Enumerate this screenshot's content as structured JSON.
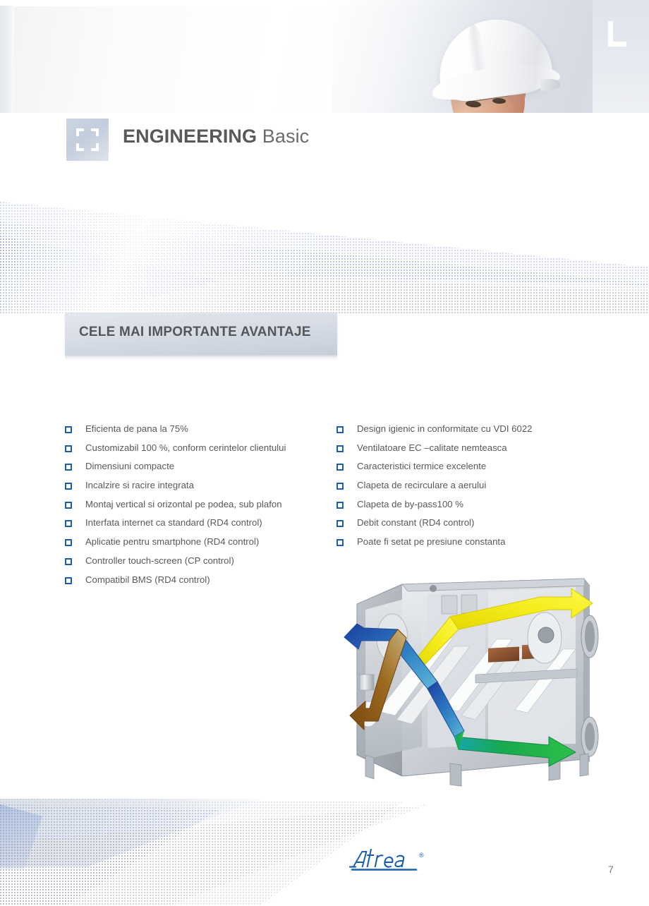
{
  "header": {
    "corner_mark": "L-corner-bracket",
    "photo_subject": "construction-worker-white-hard-hat"
  },
  "title": {
    "badge_icon": "square-frame-icon",
    "strong": "ENGINEERING",
    "light": "Basic"
  },
  "section": {
    "banner_title": "CELE MAI IMPORTANTE AVANTAJE"
  },
  "advantages": {
    "left": [
      "Eficienta de pana la 75%",
      "Customizabil 100 %,  conform cerintelor clientului",
      "Dimensiuni compacte",
      "Incalzire si racire integrata",
      "Montaj vertical si orizontal pe podea, sub plafon",
      "Interfata internet ca standard (RD4 control)",
      "Aplicatie pentru smartphone (RD4 control)",
      "Controller touch-screen (CP control)",
      "Compatibil BMS (RD4 control)"
    ],
    "right": [
      "Design igienic in conformitate cu  VDI 6022",
      "Ventilatoare EC –calitate nemteasca",
      "Caracteristici termice excelente",
      "Clapeta de recirculare a aerului",
      "Clapeta de by-pass100 %",
      "Debit constant (RD4 control)",
      "Poate fi setat pe presiune constanta"
    ]
  },
  "product_image": {
    "name": "air-handling-unit-cutaway",
    "airflow_arrows": [
      {
        "name": "supply-air-arrow",
        "color": "#f2ea18",
        "direction": "up-right"
      },
      {
        "name": "exhaust-air-arrow",
        "color": "#1f56b0",
        "direction": "up-left"
      },
      {
        "name": "fresh-air-arrow",
        "color": "#14a84a",
        "direction": "down-right"
      },
      {
        "name": "extract-air-arrow",
        "color": "#8a5a14",
        "direction": "down-left"
      }
    ]
  },
  "footer": {
    "logo_text": "Atrea",
    "logo_trademark": "®",
    "page_number": "7"
  },
  "colors": {
    "bullet_blue": "#1f5fa8",
    "text_gray": "#58595b",
    "banner_gray": "#d5dbe4",
    "logo_blue": "#1a5fae"
  }
}
